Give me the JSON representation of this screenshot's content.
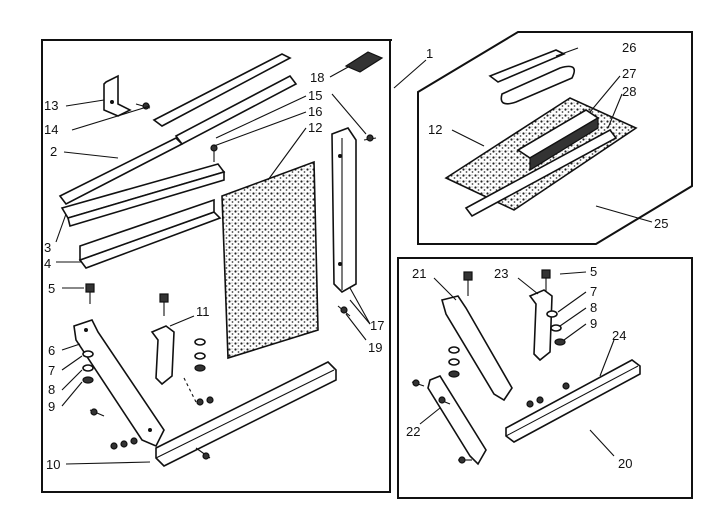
{
  "callouts": {
    "c1": "1",
    "c2": "2",
    "c3": "3",
    "c4": "4",
    "c5": "5",
    "c6": "6",
    "c7": "7",
    "c8": "8",
    "c9": "9",
    "c10": "10",
    "c11": "11",
    "c12": "12",
    "c13": "13",
    "c14": "14",
    "c15": "15",
    "c16": "16",
    "c17": "17",
    "c18": "18",
    "c19": "19",
    "c20": "20",
    "c21": "21",
    "c22": "22",
    "c23": "23",
    "c24": "24",
    "c25": "25",
    "c26": "26",
    "c27": "27",
    "c28": "28",
    "k5": "5",
    "k7": "7",
    "k8": "8",
    "k9": "9",
    "k12": "12"
  }
}
